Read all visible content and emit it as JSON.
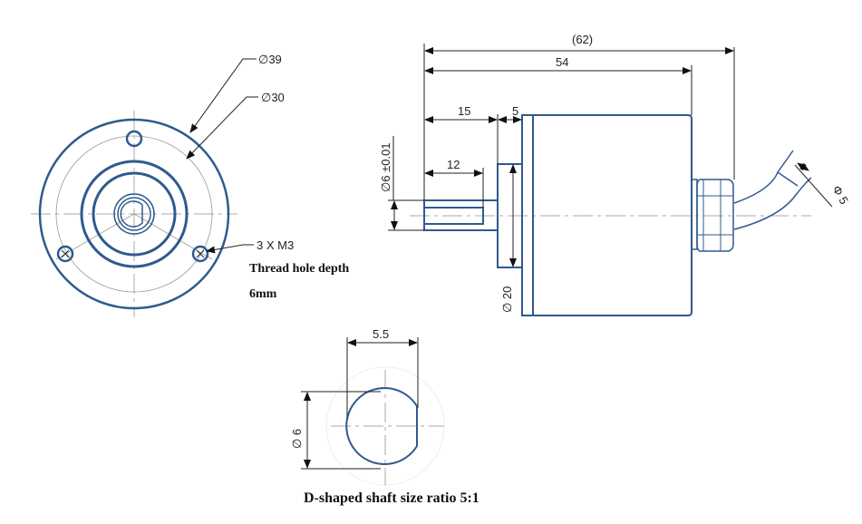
{
  "front_view": {
    "outer_diameter_label": "∅39",
    "pcd_label": "∅30",
    "hole_label": "3 X M3",
    "thread_note_line1": "Thread hole depth",
    "thread_note_line2": "6mm"
  },
  "side_view": {
    "overall_length_label": "(62)",
    "body_length_label": "54",
    "shaft_length_label": "15",
    "flange_length_label": "5",
    "flat_length_label": "12",
    "shaft_diameter_label": "∅6  ±0.01",
    "flange_diameter_label": "∅  20",
    "cable_diameter_label": "Φ 5"
  },
  "detail_view": {
    "flat_width_label": "5.5",
    "shaft_diameter_label": "∅  6",
    "caption": "D-shaped shaft size ratio 5:1"
  },
  "colors": {
    "line": "#2f5a8f"
  }
}
